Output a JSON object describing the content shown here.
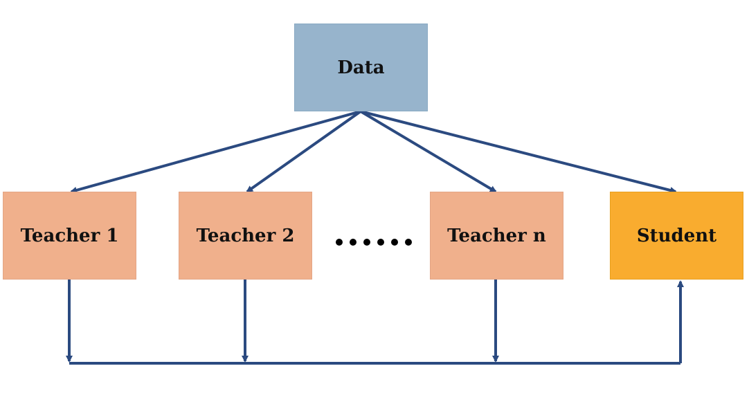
{
  "nodes": {
    "data": "Data",
    "teacher_1": "Teacher 1",
    "teacher_2": "Teacher 2",
    "teacher_n": "Teacher n",
    "student": "Student"
  },
  "colors": {
    "data_fill": "#97b4cc",
    "teacher_fill": "#f0b08c",
    "student_fill": "#f9ac2f",
    "arrow": "#2b4a80",
    "ellipsis": "#000000"
  },
  "ellipsis_dot_count": 6
}
